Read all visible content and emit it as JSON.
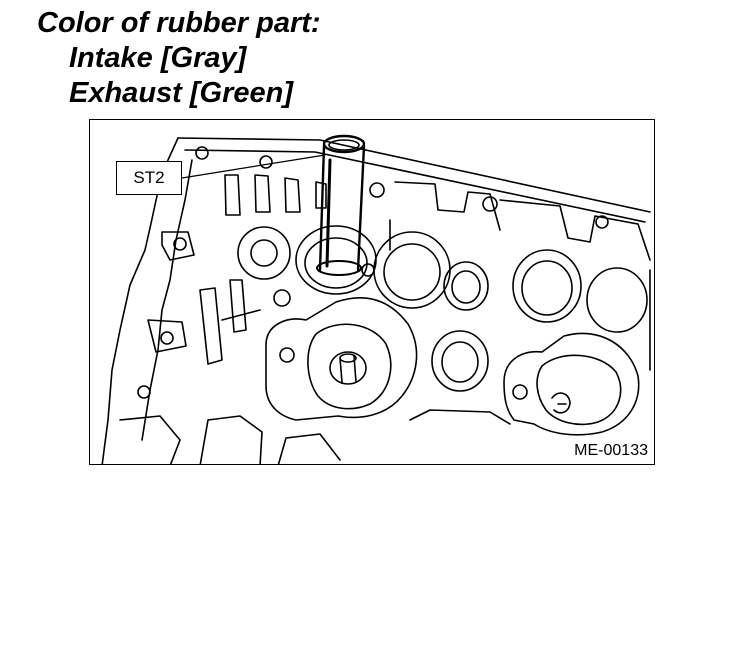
{
  "heading": {
    "title": "Color of rubber part:",
    "intake": "Intake [Gray]",
    "exhaust": "Exhaust [Green]"
  },
  "figure": {
    "tool_label": "ST2",
    "figure_id": "ME-00133"
  }
}
